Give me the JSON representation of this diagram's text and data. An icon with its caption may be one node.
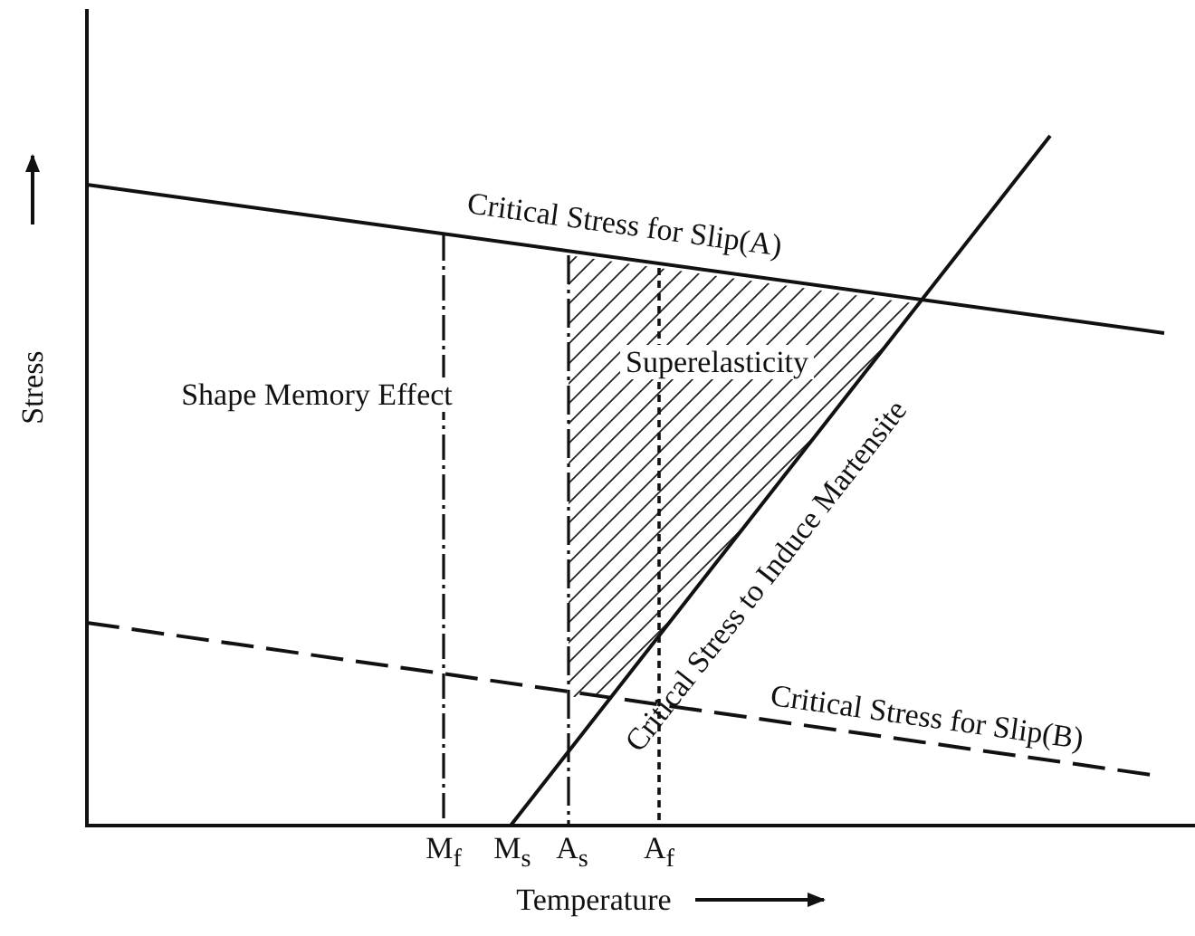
{
  "diagram": {
    "labels": [
      "Critical Stress for Slip(A)",
      "Stress",
      "Superelasticity",
      "Shape Memory Effect",
      "Critical Stress to Induce Martensite",
      "Critical Stress for Slip(B)",
      "M$_{f}$",
      "M$_{s}$",
      "A$_{s}$",
      "A$_{f}$",
      "Temperature"
    ]
  }
}
